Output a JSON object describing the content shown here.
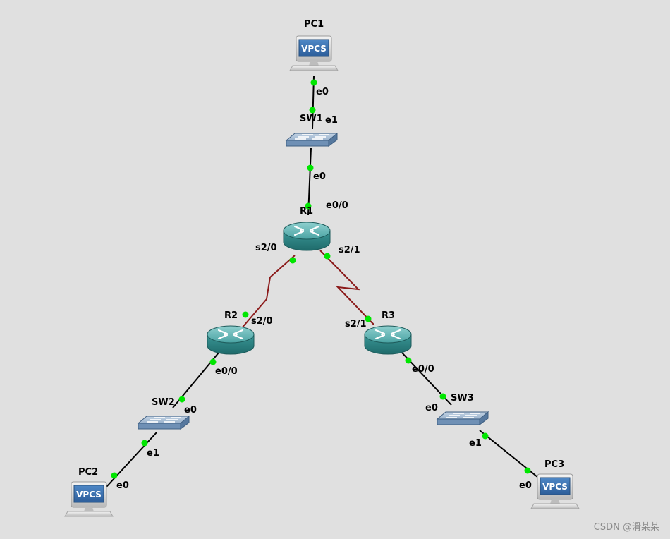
{
  "devices": {
    "pc1": {
      "label": "PC1",
      "badge": "VPCS"
    },
    "pc2": {
      "label": "PC2",
      "badge": "VPCS"
    },
    "pc3": {
      "label": "PC3",
      "badge": "VPCS"
    },
    "sw1": {
      "label": "SW1"
    },
    "sw2": {
      "label": "SW2"
    },
    "sw3": {
      "label": "SW3"
    },
    "r1": {
      "label": "R1"
    },
    "r2": {
      "label": "R2"
    },
    "r3": {
      "label": "R3"
    }
  },
  "ports": {
    "pc1_e0": "e0",
    "sw1_e1": "e1",
    "sw1_e0": "e0",
    "r1_e00": "e0/0",
    "r1_s20": "s2/0",
    "r1_s21": "s2/1",
    "r2_s20": "s2/0",
    "r2_e00": "e0/0",
    "r3_s21": "s2/1",
    "r3_e00": "e0/0",
    "sw2_e0": "e0",
    "sw2_e1": "e1",
    "pc2_e0": "e0",
    "sw3_e0": "e0",
    "sw3_e1": "e1",
    "pc3_e0": "e0"
  },
  "colors": {
    "ethernet_link": "#000000",
    "serial_link": "#8b1a1a",
    "port_dot": "#00e600",
    "router_body": "#2f8a8a",
    "switch_body": "#6a8caf"
  },
  "watermark": "CSDN @滑某某"
}
